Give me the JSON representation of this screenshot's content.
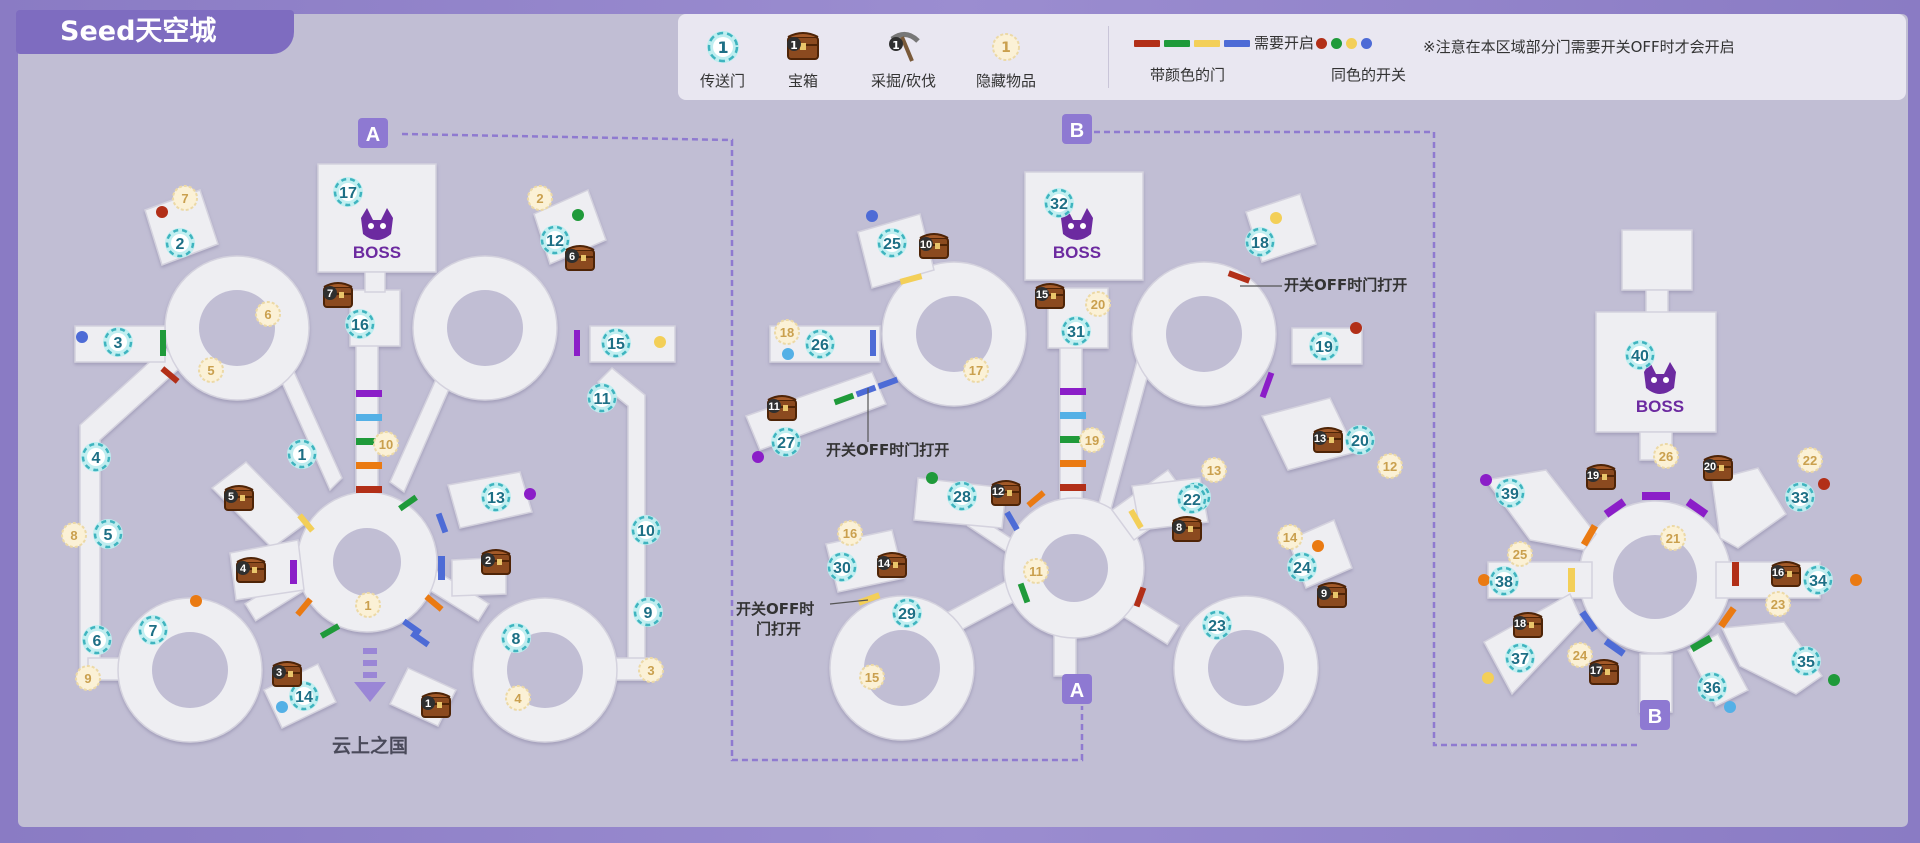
{
  "title": "Seed天空城",
  "legend": {
    "portal": {
      "label": "传送门",
      "sample": "1"
    },
    "chest": {
      "label": "宝箱",
      "sample": "1"
    },
    "gather": {
      "label": "采掘/砍伐",
      "sample": "1"
    },
    "hidden": {
      "label": "隐藏物品",
      "sample": "1"
    },
    "door_label": "带颜色的门",
    "needs_open": "需要开启",
    "switch_label": "同色的开关",
    "note": "※注意在本区域部分门需要开关OFF时才会开启"
  },
  "colors": {
    "red": "#b22f18",
    "green": "#1f9a3a",
    "yellow": "#f3cf58",
    "blue": "#4d6bd6",
    "purple": "#8b1ec8",
    "orange": "#ea7a12",
    "cyan": "#54b0e6"
  },
  "boss_label": "BOSS",
  "exit_label": "云上之国",
  "switch_off_note": "开关OFF时门打开",
  "switch_off_note_split": [
    "开关OFF时",
    "门打开"
  ],
  "markers": {
    "A": "A",
    "B": "B"
  },
  "map_left": {
    "portals": [
      "1",
      "2",
      "3",
      "4",
      "5",
      "6",
      "7",
      "8",
      "9",
      "10",
      "11",
      "12",
      "13",
      "14",
      "15",
      "16",
      "17"
    ],
    "chests": [
      "1",
      "2",
      "3",
      "4",
      "5",
      "6",
      "7"
    ],
    "hidden": [
      "1",
      "2",
      "3",
      "4",
      "5",
      "6",
      "7",
      "8",
      "9",
      "10"
    ]
  },
  "map_middle": {
    "portals": [
      "18",
      "19",
      "20",
      "21",
      "22",
      "23",
      "24",
      "25",
      "26",
      "27",
      "28",
      "29",
      "30",
      "31",
      "32"
    ],
    "chests": [
      "8",
      "9",
      "10",
      "11",
      "12",
      "13",
      "14",
      "15"
    ],
    "hidden": [
      "11",
      "12",
      "13",
      "14",
      "15",
      "16",
      "17",
      "18",
      "19",
      "20"
    ]
  },
  "map_right": {
    "portals": [
      "33",
      "34",
      "35",
      "36",
      "37",
      "38",
      "39",
      "40"
    ],
    "chests": [
      "16",
      "17",
      "18",
      "19",
      "20"
    ],
    "hidden": [
      "21",
      "22",
      "23",
      "24",
      "25",
      "26"
    ]
  }
}
